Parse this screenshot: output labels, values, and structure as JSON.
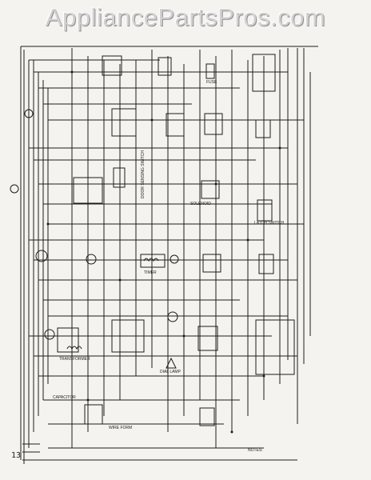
{
  "watermark": {
    "text": "AppliancePartsPros.com"
  },
  "diagram": {
    "labels": {
      "capacitor": "CAPACITOR",
      "transformer": "TRANSFORMER",
      "dial_lamp": "DIAL LAMP",
      "door_sensing_switch": "DOOR SENSING SWITCH",
      "latch_switch": "LATCH SWITCH",
      "solenoid": "SOLENOID",
      "timer": "TIMER",
      "fuse": "FUSE",
      "wire_form": "WIRE FORM",
      "notes": "NOTES:"
    }
  },
  "page_number": "13"
}
